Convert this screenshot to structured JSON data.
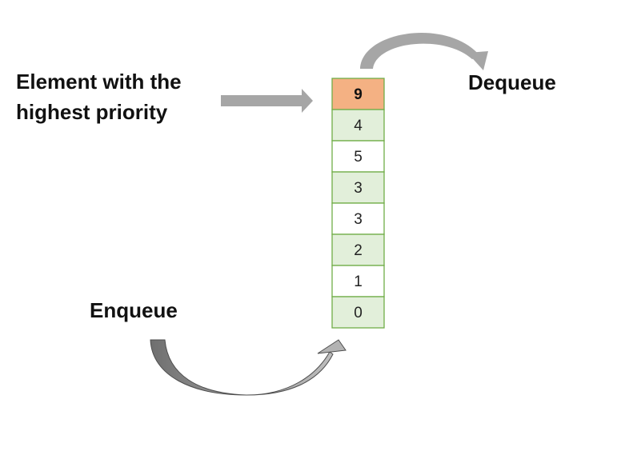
{
  "labels": {
    "highest_priority": "Element with the\nhighest priority",
    "dequeue": "Dequeue",
    "enqueue": "Enqueue"
  },
  "queue": {
    "values": [
      "9",
      "4",
      "5",
      "3",
      "3",
      "2",
      "1",
      "0"
    ],
    "fills": [
      "#f4b183",
      "#e2efda",
      "#ffffff",
      "#e2efda",
      "#ffffff",
      "#e2efda",
      "#ffffff",
      "#e2efda"
    ],
    "border_color": "#70ad47"
  },
  "colors": {
    "arrow": "#a6a6a6",
    "arrow_dark": "#7f7f7f"
  }
}
